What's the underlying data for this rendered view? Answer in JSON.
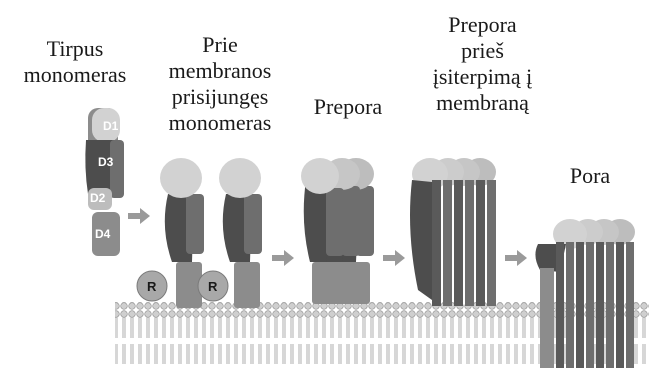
{
  "stages": [
    {
      "label": "Tirpus\nmonomeras"
    },
    {
      "label": "Prie\nmembranos\nprisijungęs\nmonomeras"
    },
    {
      "label": "Prepora"
    },
    {
      "label": "Prepora\nprieš\nįsiterpimą į\nmembraną"
    },
    {
      "label": "Pora"
    }
  ],
  "domains": {
    "d1": "D1",
    "d2": "D2",
    "d3": "D3",
    "d4": "D4"
  },
  "receptor": "R",
  "colors": {
    "d1": "#d2d2d2",
    "d2": "#bdbdbd",
    "d3_dark": "#4d4d4d",
    "d3_mid": "#6e6e6e",
    "d4": "#8c8c8c",
    "receptor": "#a8a8a8",
    "arrow": "#9a9a9a",
    "membrane_head": "#cfcfcf",
    "membrane_tail": "#9a9a9a"
  }
}
